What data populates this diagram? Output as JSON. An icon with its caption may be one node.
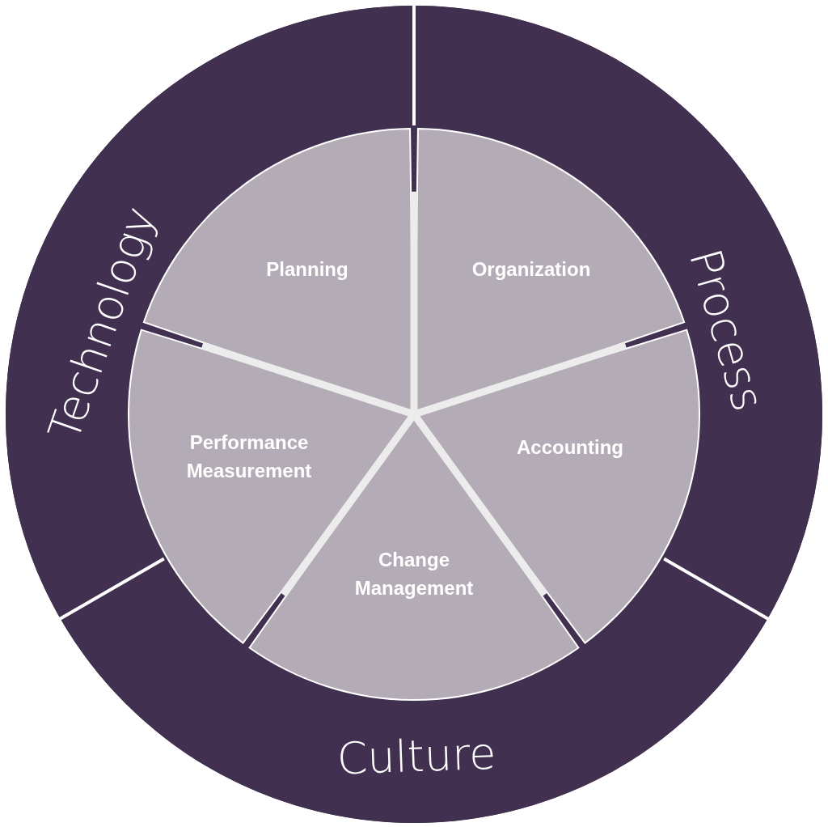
{
  "diagram": {
    "nodes": [
      {
        "text": [
          "Technology"
        ]
      },
      {
        "text": [
          "Process"
        ]
      },
      {
        "text": [
          "Planning"
        ]
      },
      {
        "text": [
          "Organization"
        ]
      },
      {
        "text": [
          "Performance Measurement"
        ]
      },
      {
        "text": [
          "Accounting"
        ]
      },
      {
        "text": [
          "Change Management"
        ]
      },
      {
        "text": [
          "Culture"
        ]
      }
    ]
  }
}
